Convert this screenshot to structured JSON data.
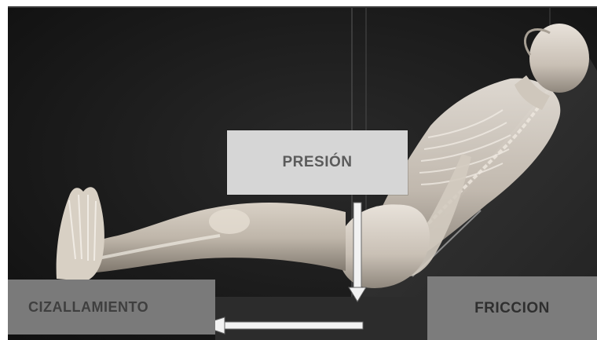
{
  "labels": {
    "pressure": "PRESIÓN",
    "shear": "CIZALLAMIENTO",
    "friction": "FRICCION"
  },
  "icons": {
    "pressure_arrow": "arrow-down-icon",
    "shear_arrow": "arrow-left-icon"
  },
  "colors": {
    "background": "#1a1a1a",
    "pressure_box": "#d6d6d6",
    "shear_box": "#7a7a7a",
    "friction_box": "#7c7c7c",
    "arrow": "#f2f2f2"
  }
}
